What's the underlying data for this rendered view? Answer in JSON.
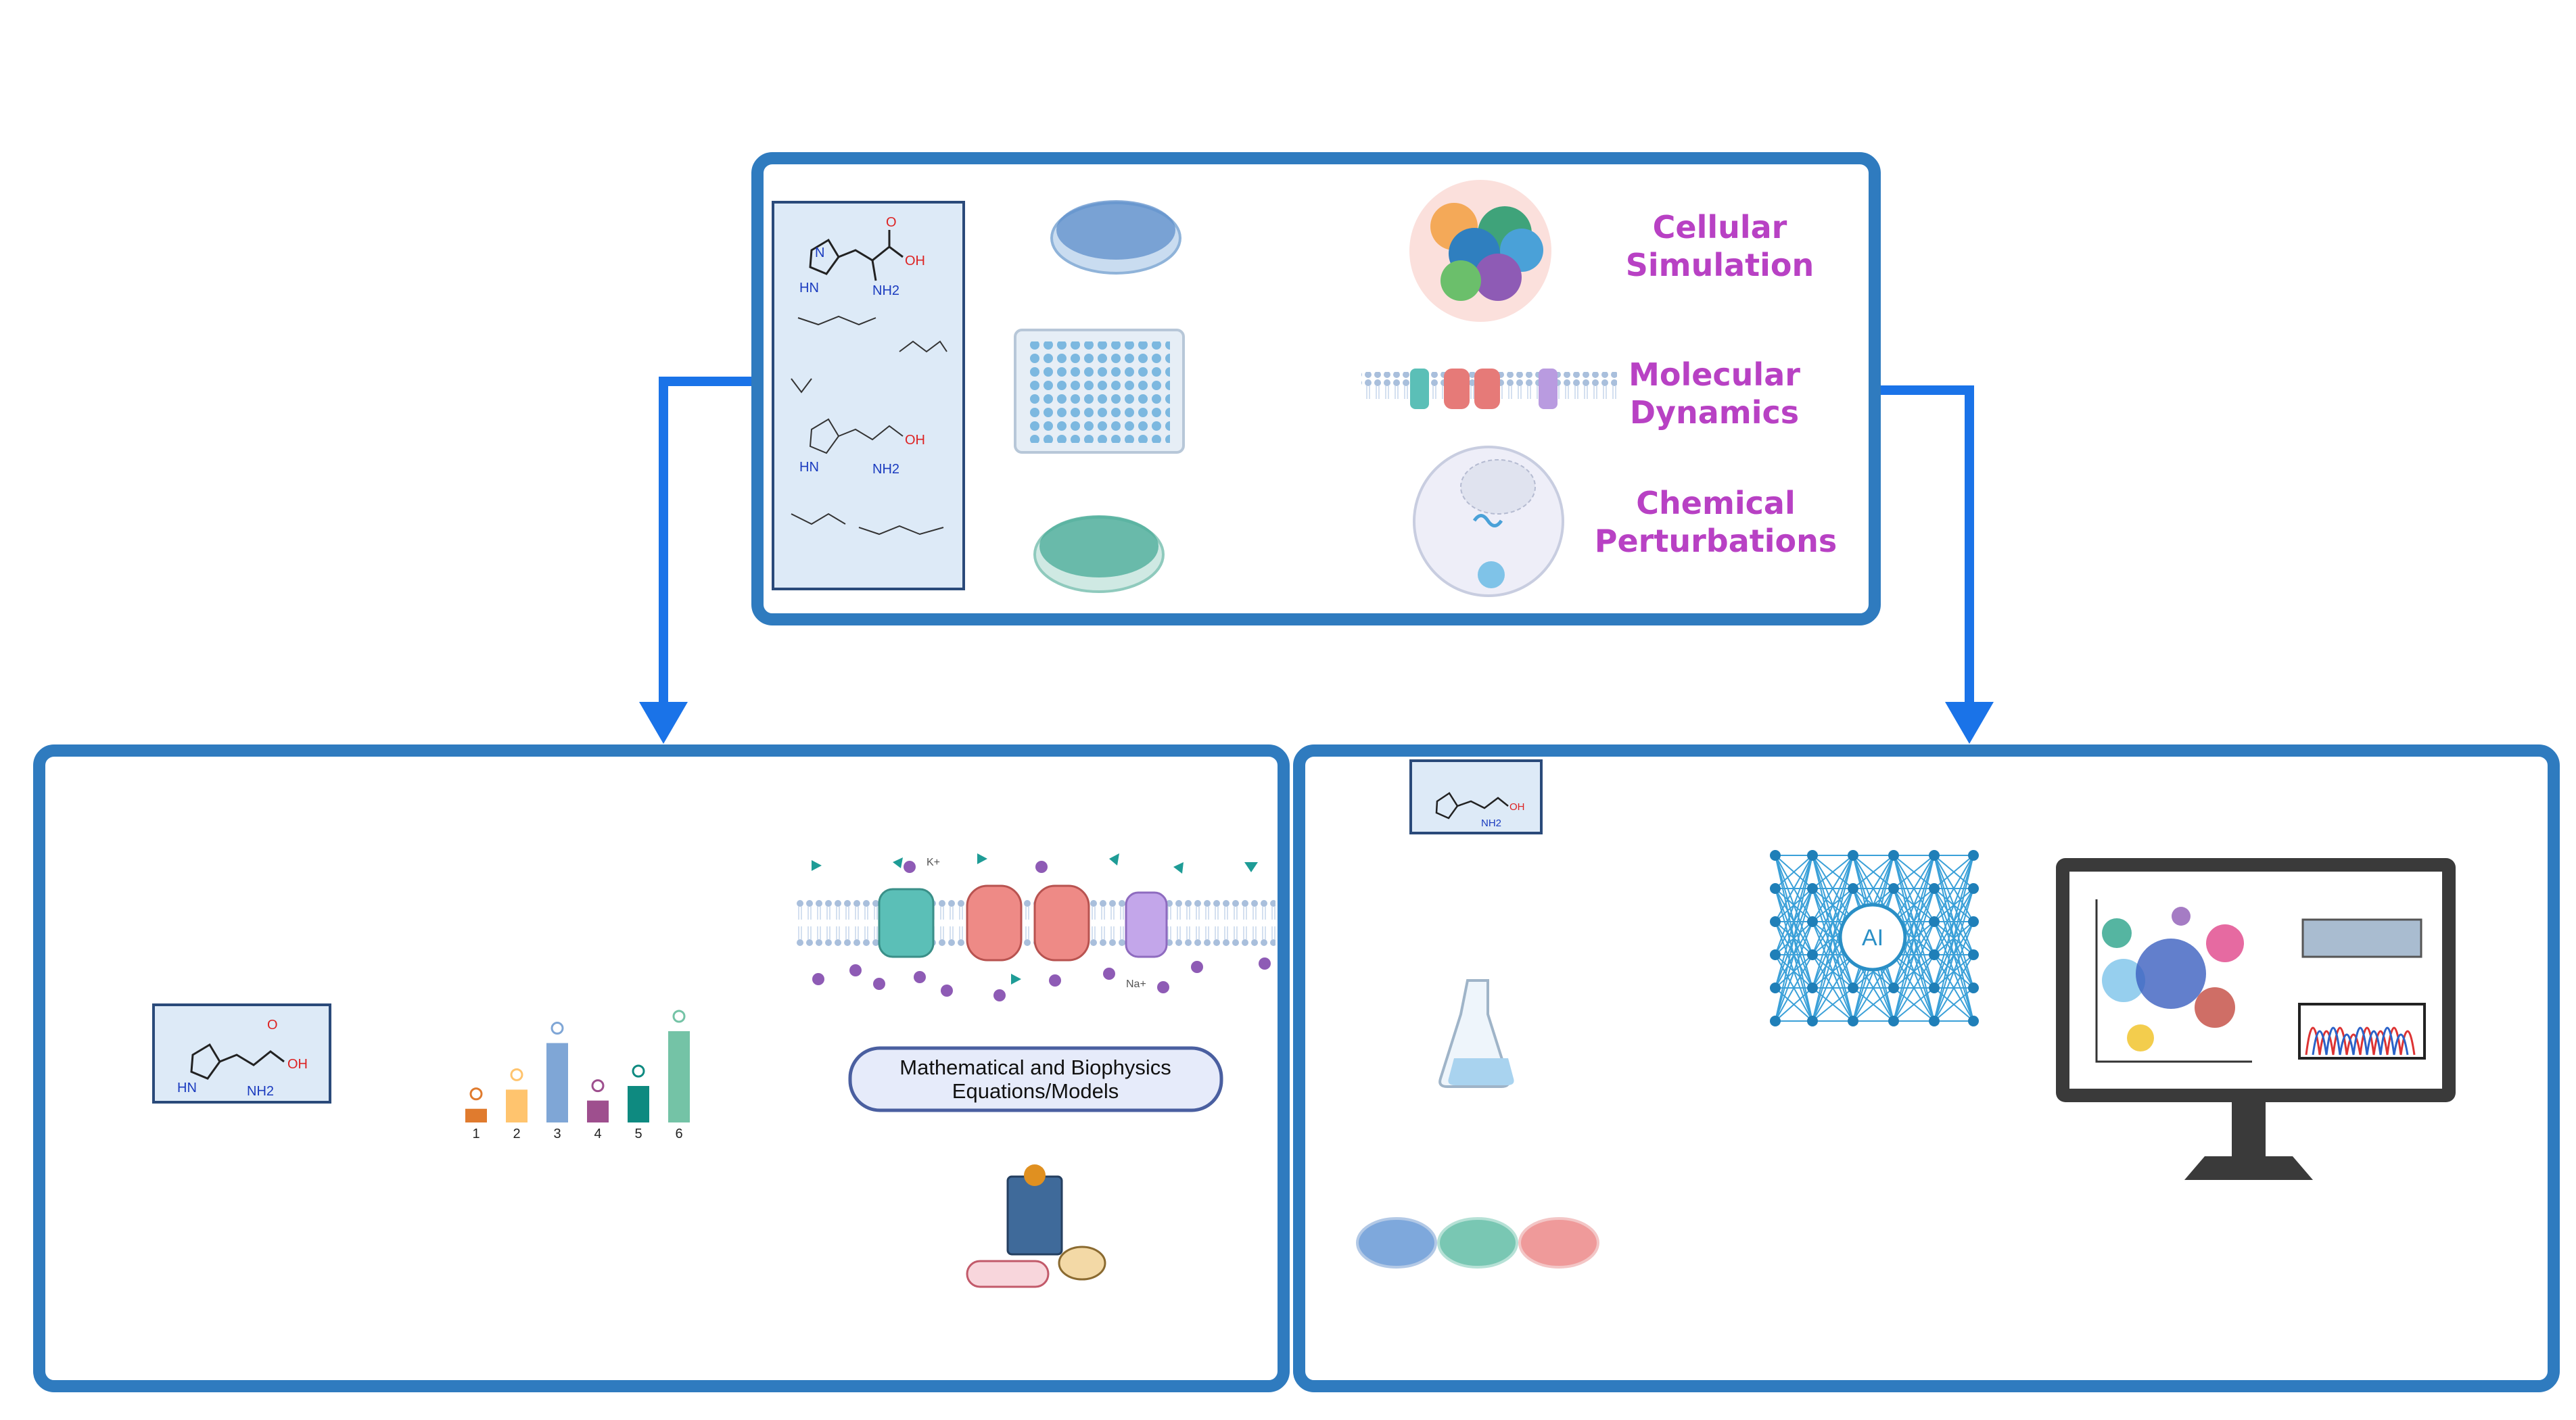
{
  "top_panel": {
    "labels": {
      "cellular": [
        "Cellular",
        "Simulation"
      ],
      "molecular": [
        "Molecular",
        "Dynamics"
      ],
      "chemical": [
        "Chemical",
        "Perturbations"
      ]
    },
    "label_color": "#b841c4"
  },
  "chem_atoms": {
    "oh": "OH",
    "o": "O",
    "nh2": "NH2",
    "hn": "HN",
    "n": "N"
  },
  "left_panel": {
    "bar_labels": [
      "1",
      "2",
      "3",
      "4",
      "5",
      "6"
    ],
    "bar_relative_heights": [
      0.15,
      0.36,
      0.87,
      0.24,
      0.4,
      1.0
    ],
    "bar_colors": [
      "#e07b2e",
      "#ffc46e",
      "#7fa6d6",
      "#9e4f8e",
      "#0e8a80",
      "#74c3a6"
    ],
    "math_box": [
      "Mathematical and Biophysics",
      "Equations/Models"
    ],
    "ions": {
      "k": "K+",
      "na": "Na+"
    }
  },
  "right_panel": {
    "ai_label": "AI"
  },
  "colors": {
    "box_border": "#2f7bbf",
    "arrow": "#1a73e8",
    "membrane": "#a9bfdc"
  }
}
